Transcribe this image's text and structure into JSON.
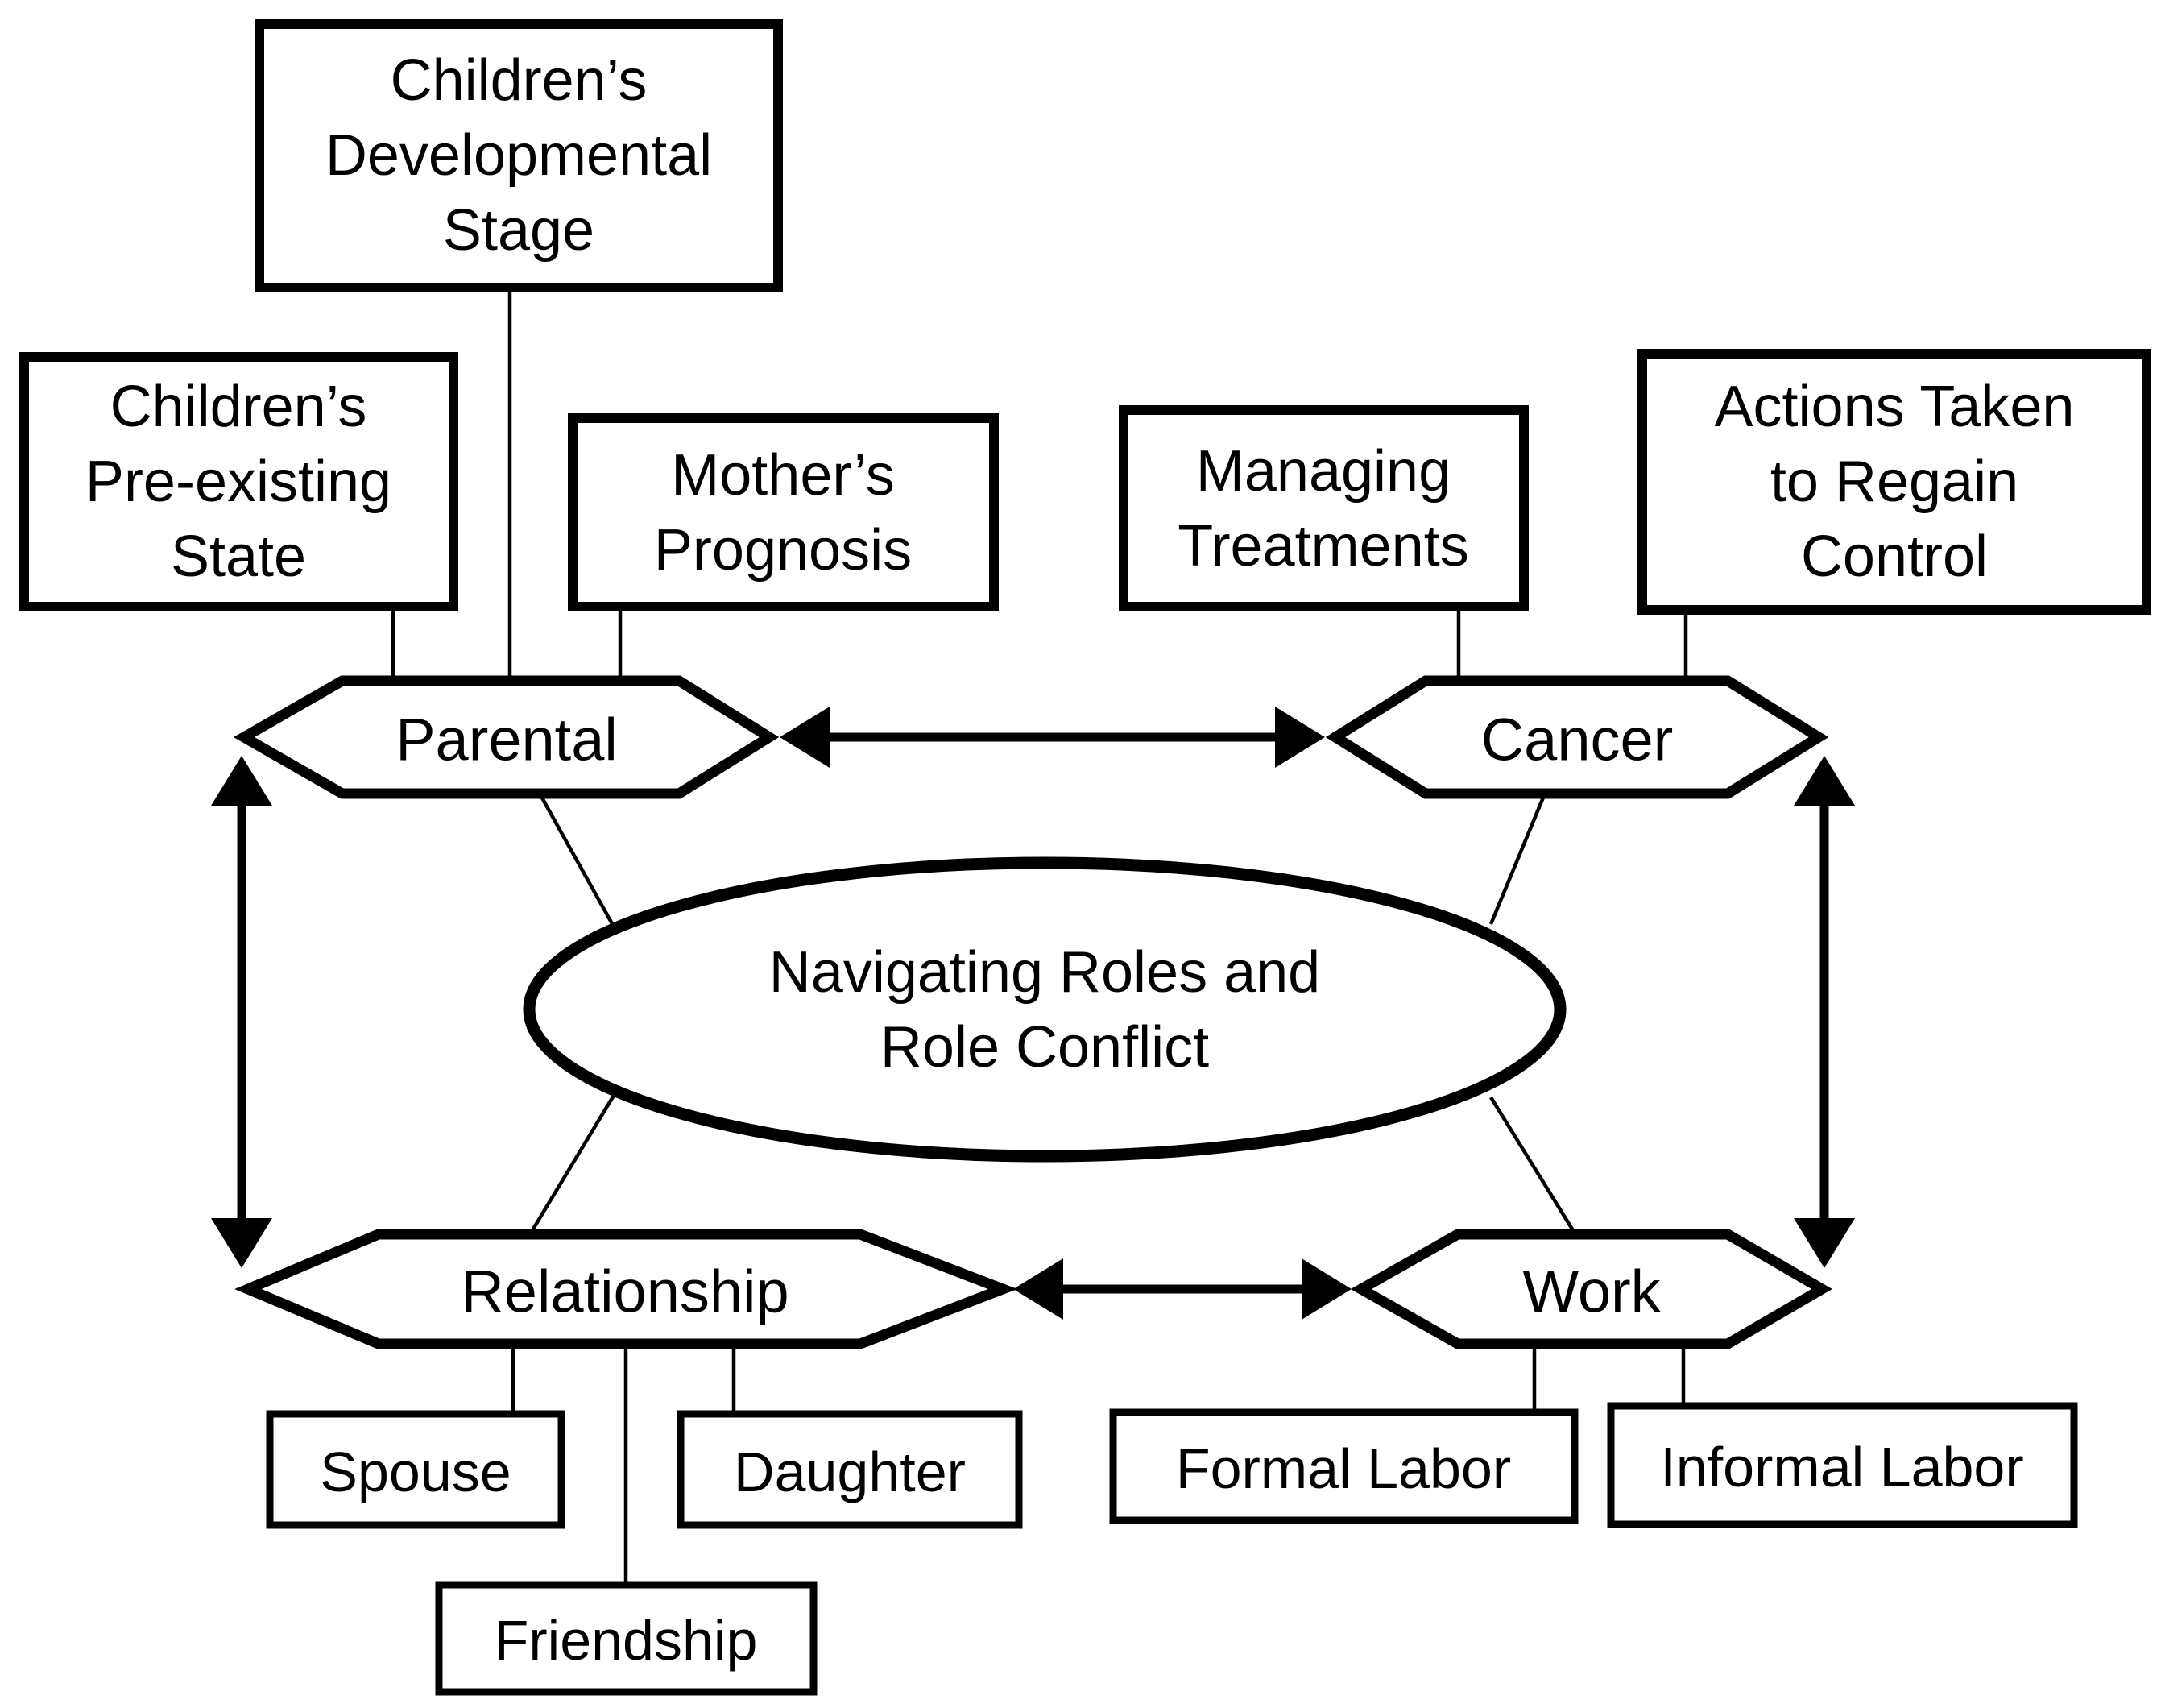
{
  "diagram": {
    "description": "Concept diagram of navigating roles and role conflict for mothers with cancer",
    "background_color": "#ffffff",
    "ink_color": "#000000"
  },
  "nodes": {
    "children_developmental_stage": {
      "lines": [
        "Children’s",
        "Developmental",
        "Stage"
      ]
    },
    "children_pre_existing_state": {
      "lines": [
        "Children’s",
        "Pre-existing",
        "State"
      ]
    },
    "mothers_prognosis": {
      "lines": [
        "Mother’s",
        "Prognosis"
      ]
    },
    "managing_treatments": {
      "lines": [
        "Managing",
        "Treatments"
      ]
    },
    "actions_taken_regain_control": {
      "lines": [
        "Actions Taken",
        "to Regain",
        "Control"
      ]
    },
    "parental": {
      "label": "Parental"
    },
    "cancer": {
      "label": "Cancer"
    },
    "relationship": {
      "label": "Relationship"
    },
    "work": {
      "label": "Work"
    },
    "central_theme": {
      "lines": [
        "Navigating Roles and",
        "Role Conflict"
      ]
    },
    "spouse": {
      "label": "Spouse"
    },
    "daughter": {
      "label": "Daughter"
    },
    "friendship": {
      "label": "Friendship"
    },
    "formal_labor": {
      "label": "Formal Labor"
    },
    "informal_labor": {
      "label": "Informal Labor"
    }
  },
  "edges": {
    "bidirectional_arrows": [
      {
        "from": "parental",
        "to": "cancer"
      },
      {
        "from": "parental",
        "to": "relationship"
      },
      {
        "from": "relationship",
        "to": "work"
      },
      {
        "from": "cancer",
        "to": "work"
      }
    ],
    "plain_connectors": [
      {
        "from": "children_pre_existing_state",
        "to": "parental"
      },
      {
        "from": "children_developmental_stage",
        "to": "parental"
      },
      {
        "from": "mothers_prognosis",
        "to": "parental"
      },
      {
        "from": "managing_treatments",
        "to": "cancer"
      },
      {
        "from": "actions_taken_regain_control",
        "to": "cancer"
      },
      {
        "from": "parental",
        "to": "central_theme"
      },
      {
        "from": "cancer",
        "to": "central_theme"
      },
      {
        "from": "central_theme",
        "to": "relationship"
      },
      {
        "from": "central_theme",
        "to": "work"
      },
      {
        "from": "relationship",
        "to": "spouse"
      },
      {
        "from": "relationship",
        "to": "friendship"
      },
      {
        "from": "relationship",
        "to": "daughter"
      },
      {
        "from": "work",
        "to": "formal_labor"
      },
      {
        "from": "work",
        "to": "informal_labor"
      }
    ]
  }
}
